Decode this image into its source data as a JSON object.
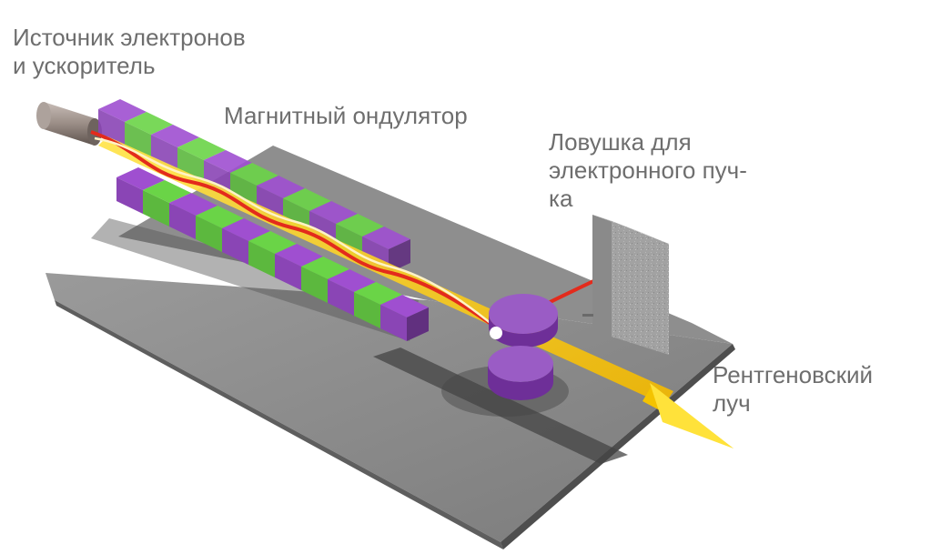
{
  "labels": {
    "source": [
      "Источник электронов",
      "и ускоритель"
    ],
    "undulator": [
      "Магнитный ондулятор"
    ],
    "dump": [
      "Ловушка для",
      "электронного пуч-",
      "ка"
    ],
    "xray": [
      "Рентгеновский",
      "луч"
    ]
  },
  "colors": {
    "label_text": "#6e6e6e",
    "magnet_purple": "#8a45b5",
    "magnet_green": "#5cb83e",
    "electron_beam": "#e32b1c",
    "xray_beam": "#f6c800",
    "base_plate": "#8c8c8c",
    "dump_block": "#9c9c9c"
  },
  "icons": [
    "electron-gun-icon",
    "undulator-magnets-icon",
    "bending-magnet-icon",
    "beam-dump-icon",
    "xray-arrow-icon"
  ]
}
